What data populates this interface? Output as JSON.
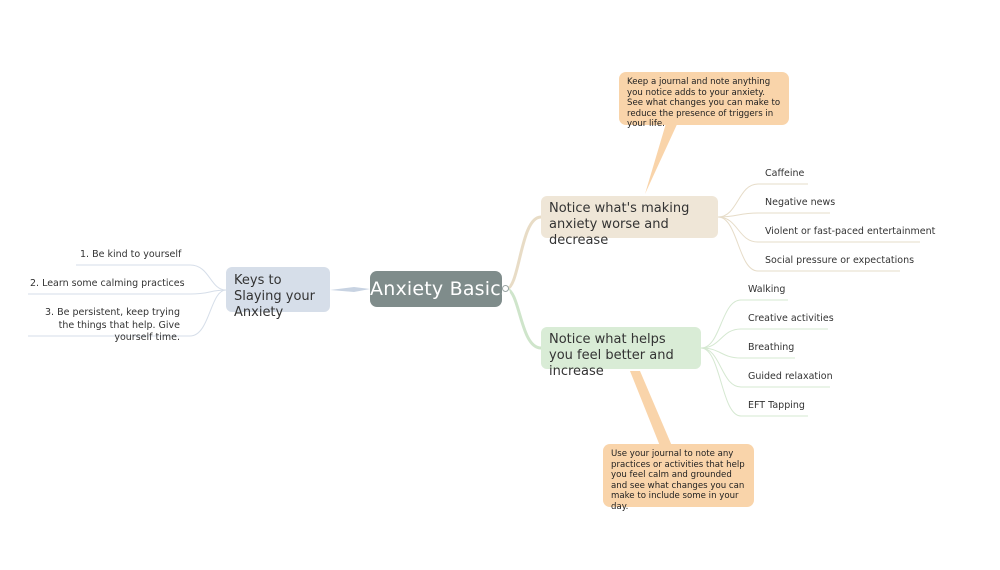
{
  "map": {
    "central": "Anxiety Basics",
    "left_topic": {
      "label": "Keys to Slaying your Anxiety"
    },
    "left_subtopics": [
      "1. Be kind to yourself",
      "2. Learn some calming practices",
      "3. Be persistent, keep trying the things that help. Give yourself time."
    ],
    "worse_topic": {
      "label": "Notice what's making anxiety worse and decrease"
    },
    "worse_subtopics": [
      "Caffeine",
      "Negative news",
      "Violent or fast-paced entertainment",
      "Social pressure or expectations"
    ],
    "better_topic": {
      "label": "Notice what helps you feel better and increase"
    },
    "better_subtopics": [
      "Walking",
      "Creative activities",
      "Breathing",
      "Guided relaxation",
      "EFT Tapping"
    ],
    "callout_top": "Keep a journal and note anything you notice adds to your anxiety. See what changes you can make to reduce the presence of triggers in your life.",
    "callout_bottom": "Use your journal to note any practices or activities that help you feel calm and grounded and see what changes you can make to include some in your day."
  },
  "colors": {
    "central": "#7f8c8b",
    "left_branch": "#d6dee9",
    "worse_branch": "#efe6d7",
    "better_branch": "#d9ecd6",
    "callout": "#f9d4aa"
  }
}
